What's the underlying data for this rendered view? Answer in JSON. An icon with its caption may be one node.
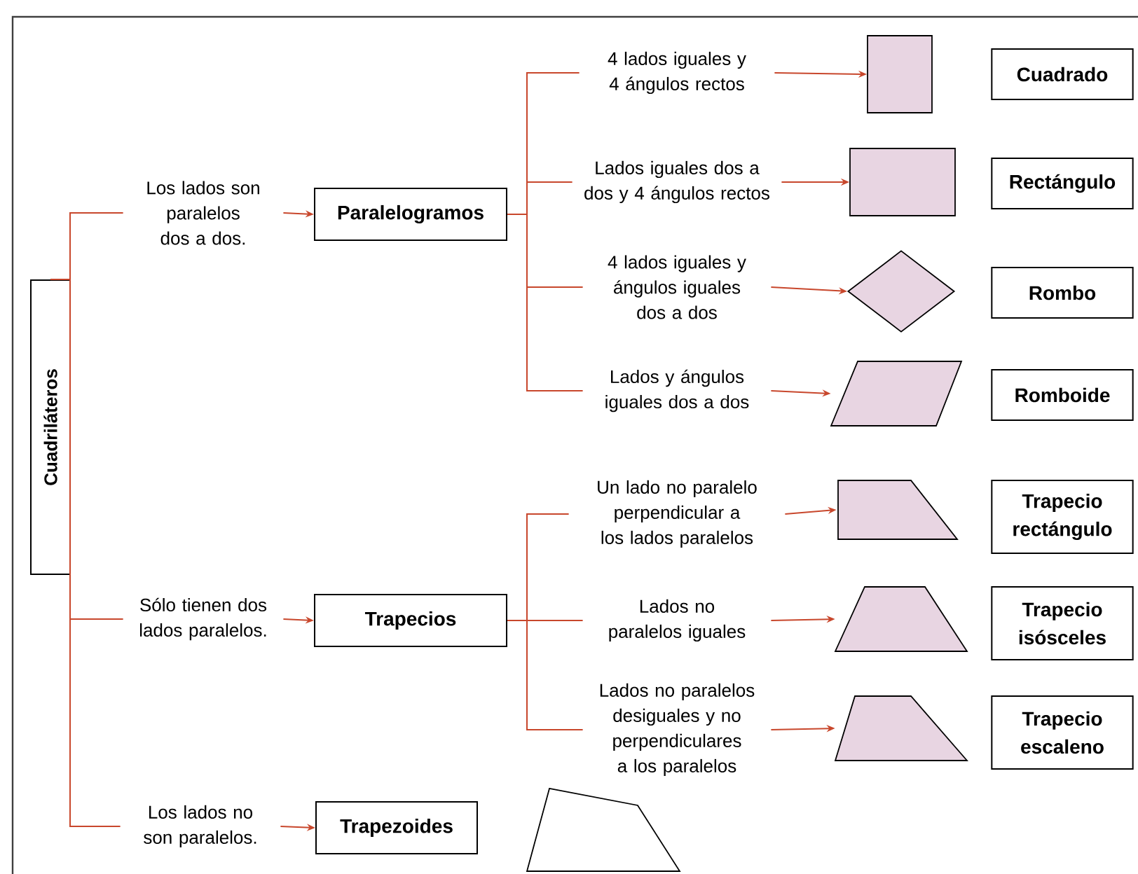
{
  "diagram": {
    "nodes": [
      {
        "text": [
          "Cuadriláteros"
        ]
      },
      {
        "text": [
          "Los lados son paralelos dos a dos."
        ]
      },
      {
        "text": [
          "Paralelogramos"
        ]
      },
      {
        "text": [
          "Sólo tienen dos lados paralelos."
        ]
      },
      {
        "text": [
          "Trapecios"
        ]
      },
      {
        "text": [
          "Los lados no son paralelos."
        ]
      },
      {
        "text": [
          "Trapezoides"
        ]
      },
      {
        "text": [
          "4 lados iguales y 4 ángulos rectos"
        ]
      },
      {
        "text": [
          "Lados iguales dos a dos y 4 ángulos rectos"
        ]
      },
      {
        "text": [
          "4 lados iguales y ángulos iguales dos a dos"
        ]
      },
      {
        "text": [
          "Lados y ángulos iguales dos a dos"
        ]
      },
      {
        "text": [
          "Un lado no paralelo perpendicular a los lados paralelos"
        ]
      },
      {
        "text": [
          "Lados no paralelos iguales"
        ]
      },
      {
        "text": [
          "Lados no paralelos desiguales y no perpendiculares a los paralelos"
        ]
      },
      {
        "text": [],
        "shape": "box"
      },
      {
        "text": [],
        "shape": "box"
      },
      {
        "text": [],
        "shape": "diamond"
      },
      {
        "text": [],
        "shape": "parallelogram"
      },
      {
        "text": [],
        "shape": "trapezoid"
      },
      {
        "text": [],
        "shape": "trapezoid"
      },
      {
        "text": [],
        "shape": "trapezoid"
      },
      {
        "text": [],
        "shape": "quadrilateral"
      },
      {
        "text": [
          "Cuadrado"
        ]
      },
      {
        "text": [
          "Rectángulo"
        ]
      },
      {
        "text": [
          "Rombo"
        ]
      },
      {
        "text": [
          "Romboide"
        ]
      },
      {
        "text": [
          "Trapecio rectángulo"
        ]
      },
      {
        "text": [
          "Trapecio isósceles"
        ]
      },
      {
        "text": [
          "Trapecio escaleno"
        ]
      }
    ],
    "edges": [
      {
        "from": 0,
        "to": 1,
        "arrow": "none"
      },
      {
        "from": 0,
        "to": 3,
        "arrow": "none"
      },
      {
        "from": 0,
        "to": 5,
        "arrow": "none"
      },
      {
        "from": 1,
        "to": 2,
        "arrow": "to"
      },
      {
        "from": 3,
        "to": 4,
        "arrow": "to"
      },
      {
        "from": 5,
        "to": 6,
        "arrow": "to"
      },
      {
        "from": 2,
        "to": 7,
        "arrow": "none"
      },
      {
        "from": 2,
        "to": 8,
        "arrow": "none"
      },
      {
        "from": 2,
        "to": 9,
        "arrow": "none"
      },
      {
        "from": 2,
        "to": 10,
        "arrow": "none"
      },
      {
        "from": 4,
        "to": 11,
        "arrow": "none"
      },
      {
        "from": 4,
        "to": 12,
        "arrow": "none"
      },
      {
        "from": 4,
        "to": 13,
        "arrow": "none"
      },
      {
        "from": 7,
        "to": 14,
        "arrow": "to"
      },
      {
        "from": 8,
        "to": 15,
        "arrow": "to"
      },
      {
        "from": 9,
        "to": 16,
        "arrow": "to"
      },
      {
        "from": 10,
        "to": 17,
        "arrow": "to"
      },
      {
        "from": 11,
        "to": 18,
        "arrow": "to"
      },
      {
        "from": 12,
        "to": 19,
        "arrow": "to"
      },
      {
        "from": 13,
        "to": 20,
        "arrow": "to"
      }
    ]
  }
}
